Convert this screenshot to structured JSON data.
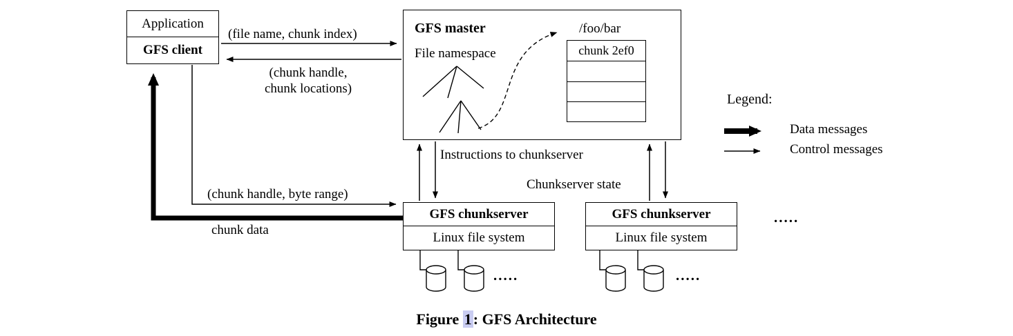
{
  "figure": {
    "caption": {
      "prefix": "Figure ",
      "number": "1",
      "suffix": ": GFS Architecture"
    }
  },
  "client": {
    "app_label": "Application",
    "client_label": "GFS client"
  },
  "master": {
    "title": "GFS master",
    "namespace_label": "File namespace",
    "path_label": "/foo/bar",
    "chunk_rows": [
      "chunk 2ef0",
      "",
      "",
      ""
    ]
  },
  "chunkservers": {
    "left": {
      "title": "GFS chunkserver",
      "subtitle": "Linux file system"
    },
    "right": {
      "title": "GFS chunkserver",
      "subtitle": "Linux file system"
    },
    "ellipsis": "....."
  },
  "messages": {
    "file_name_chunk_index": "(file name, chunk index)",
    "chunk_handle_line1": "(chunk handle,",
    "chunk_handle_line2": "chunk locations)",
    "instructions": "Instructions to chunkserver",
    "chunkserver_state": "Chunkserver state",
    "chunk_handle_byte_range": "(chunk handle, byte range)",
    "chunk_data": "chunk data"
  },
  "legend": {
    "title": "Legend:",
    "data_messages": "Data messages",
    "control_messages": "Control messages"
  },
  "colors": {
    "line": "#000000",
    "background": "#ffffff",
    "caption_link_highlight": "#c9ccf1"
  }
}
